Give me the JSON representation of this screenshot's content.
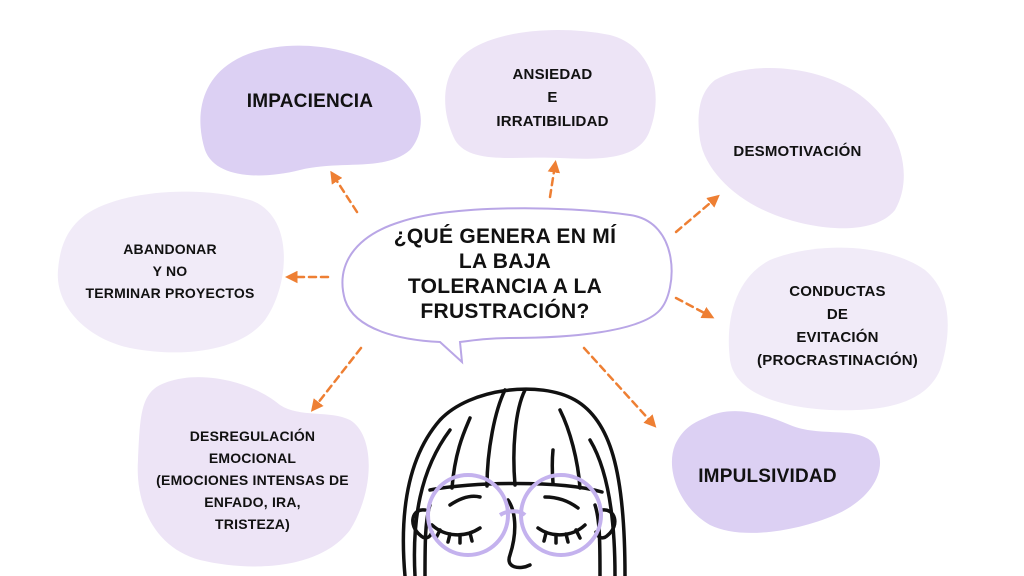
{
  "title": "¿QUÉ GENERA EN MÍ LA BAJA TOLERANCIA A LA FRUSTRACIÓN?",
  "central_question": {
    "lines": [
      "¿QUÉ GENERA EN MÍ",
      "LA BAJA",
      "TOLERANCIA A LA",
      "FRUSTRACIÓN?"
    ]
  },
  "nodes": [
    {
      "id": "impaciencia",
      "lines": [
        "IMPACIENCIA"
      ]
    },
    {
      "id": "ansiedad",
      "lines": [
        "ANSIEDAD",
        "E",
        "IRRATIBILIDAD"
      ]
    },
    {
      "id": "desmotivacion",
      "lines": [
        "DESMOTIVACIÓN"
      ]
    },
    {
      "id": "abandonar",
      "lines": [
        "ABANDONAR",
        "Y NO",
        "TERMINAR PROYECTOS"
      ]
    },
    {
      "id": "conductas",
      "lines": [
        "CONDUCTAS",
        "DE",
        "EVITACIÓN",
        "(PROCRASTINACIÓN)"
      ]
    },
    {
      "id": "desregulacion",
      "lines": [
        "DESREGULACIÓN",
        "EMOCIONAL",
        "(EMOCIONES INTENSAS DE",
        "ENFADO, IRA,",
        "TRISTEZA)"
      ]
    },
    {
      "id": "impulsividad",
      "lines": [
        "IMPULSIVIDAD"
      ]
    }
  ],
  "colors": {
    "blob_dark": "#dcd0f3",
    "blob_light": "#ede4f6",
    "arrow": "#ee7f33",
    "bubble_outline": "#b9a6e6",
    "glasses": "#c4b2ee",
    "ink": "#111111"
  },
  "illustration": "girl-with-glasses-closed-eyes"
}
